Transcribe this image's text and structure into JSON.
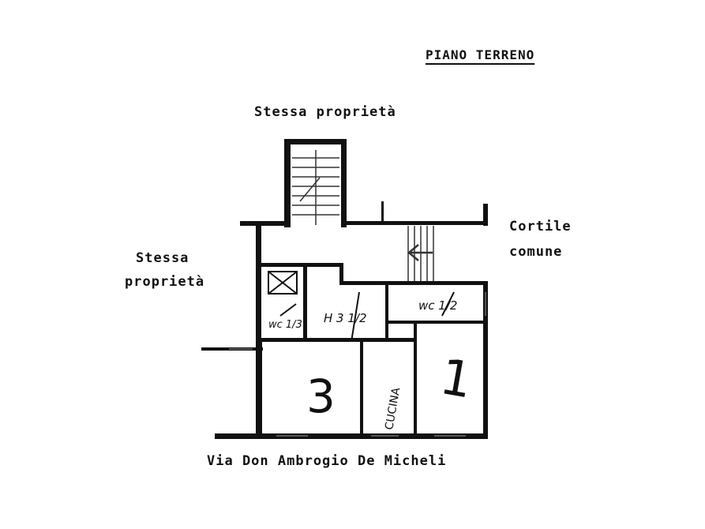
{
  "title": "PIANO TERRENO",
  "labels": {
    "north": "Stessa proprietà",
    "west_line1": "Stessa",
    "west_line2": "proprietà",
    "east_line1": "Cortile",
    "east_line2": "comune"
  },
  "street": "Via Don Ambrogio De Micheli",
  "rooms": {
    "wc_small": "wc 1/3",
    "room_center": "H 3 1/2",
    "wc_right": "wc 1/2",
    "unit_3": "3",
    "kitchen": "CUCINA",
    "unit_1": "1"
  }
}
